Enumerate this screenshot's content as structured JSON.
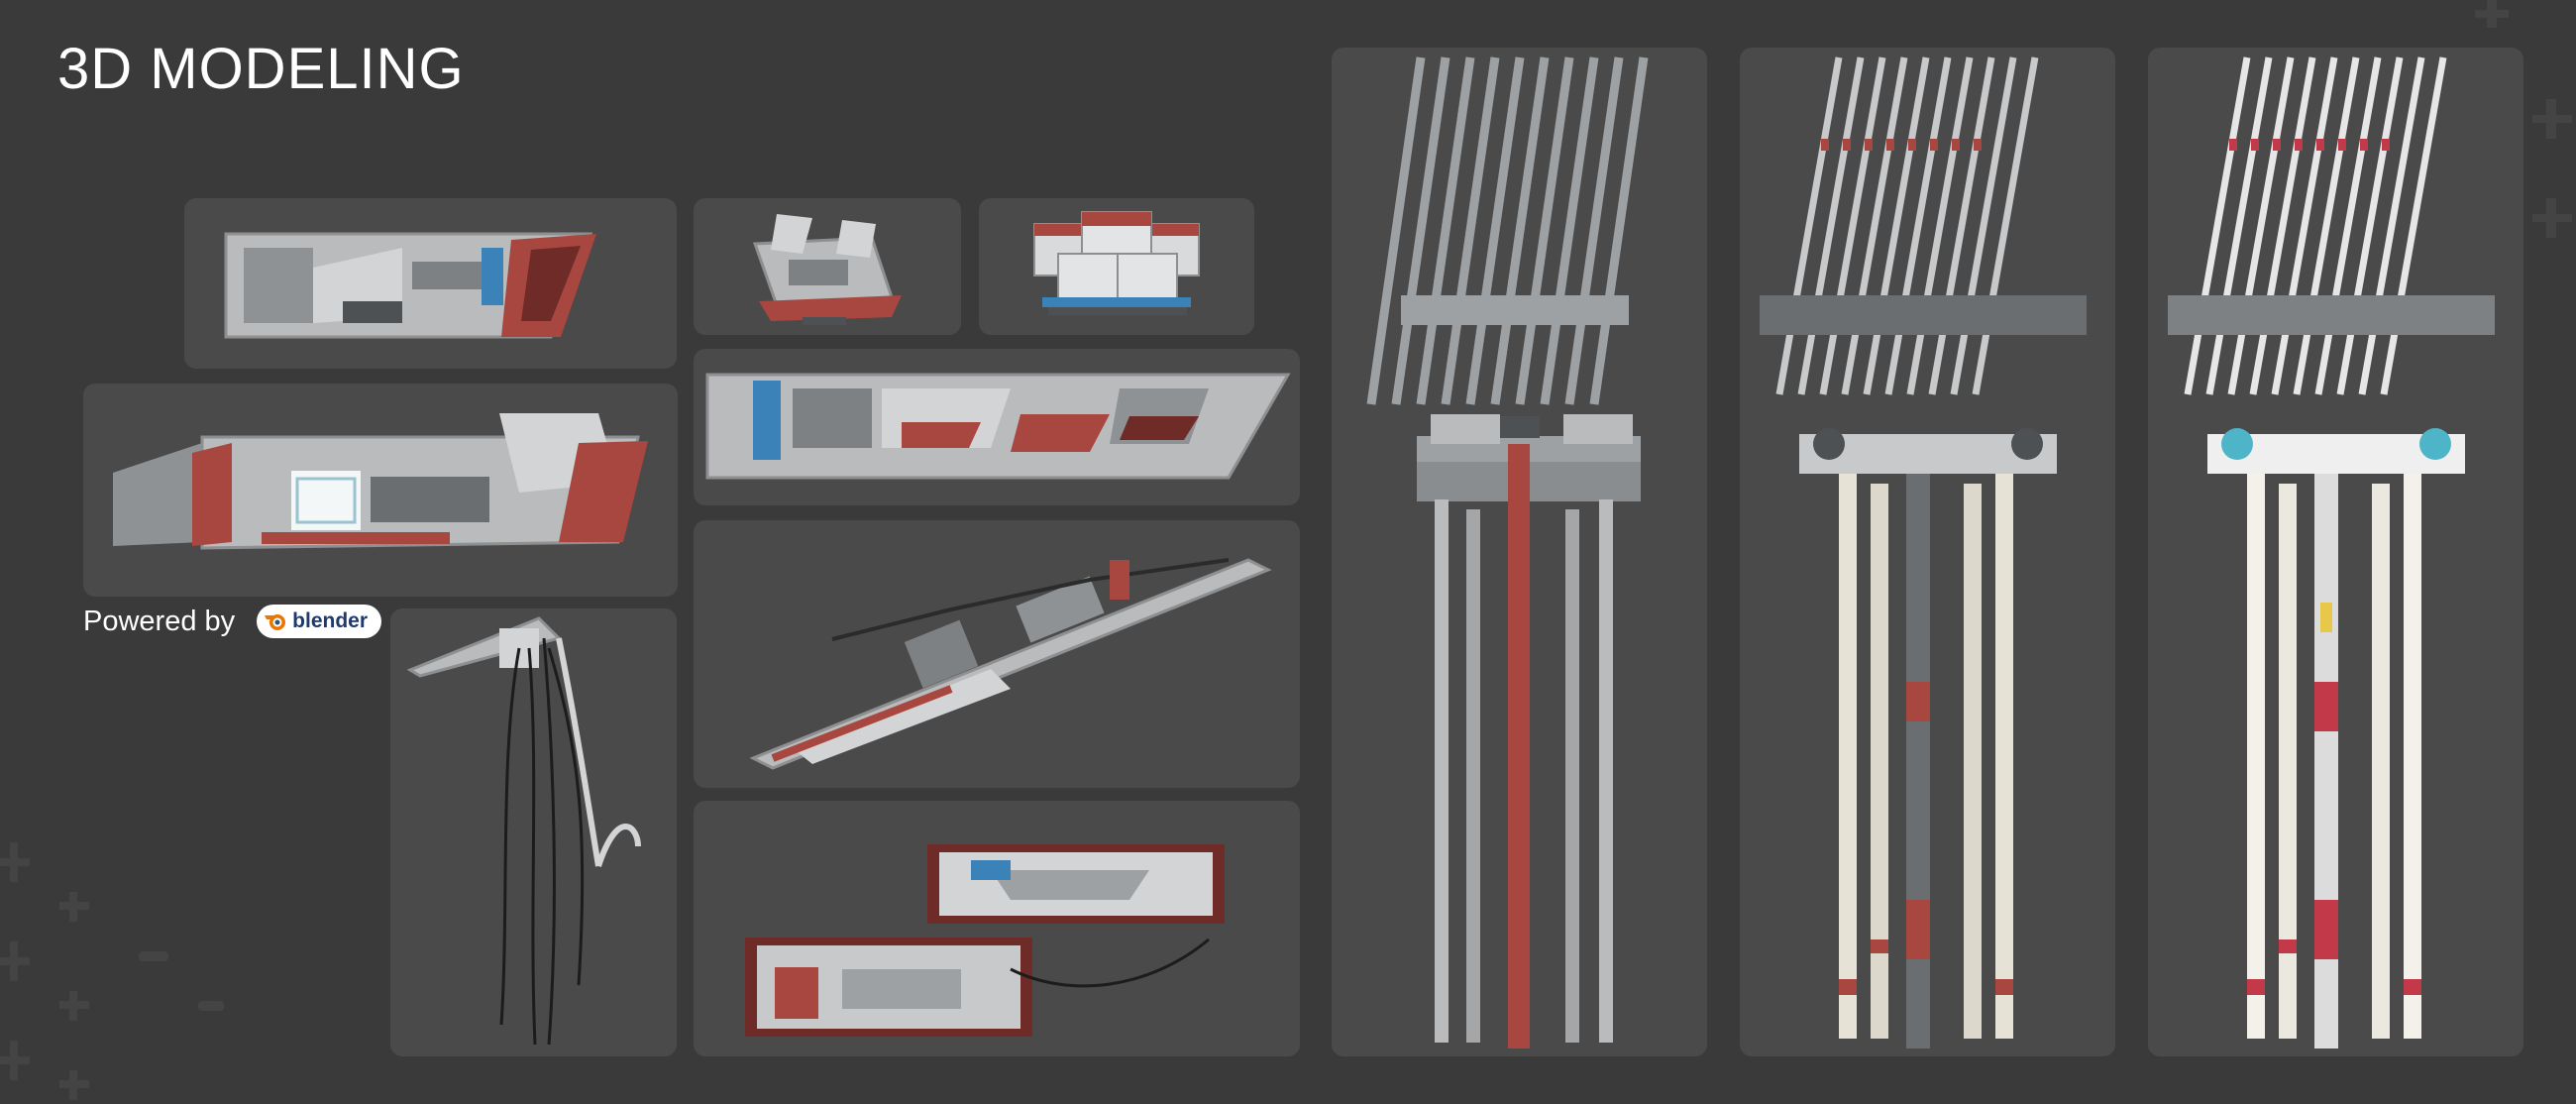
{
  "page": {
    "title": "3D MODELING"
  },
  "credit": {
    "label": "Powered by",
    "logo_text": "blender"
  },
  "colors": {
    "background": "#3a3a3a",
    "panel": "#4a4a4a",
    "model_gray": "#b9bbbd",
    "accent_red": "#a8473f",
    "accent_blue": "#3a82b8",
    "text": "#ffffff"
  },
  "gallery": [
    {
      "id": "bridge-module",
      "description": ""
    },
    {
      "id": "turret-small",
      "description": ""
    },
    {
      "id": "cargo-crate",
      "description": ""
    },
    {
      "id": "hull-section-lit",
      "description": ""
    },
    {
      "id": "hull-panel-long",
      "description": ""
    },
    {
      "id": "diagonal-truss",
      "description": ""
    },
    {
      "id": "cable-beam",
      "description": ""
    },
    {
      "id": "engine-blocks",
      "description": ""
    },
    {
      "id": "tower-untextured",
      "description": ""
    },
    {
      "id": "tower-textured-a",
      "description": ""
    },
    {
      "id": "tower-textured-b",
      "description": ""
    }
  ]
}
